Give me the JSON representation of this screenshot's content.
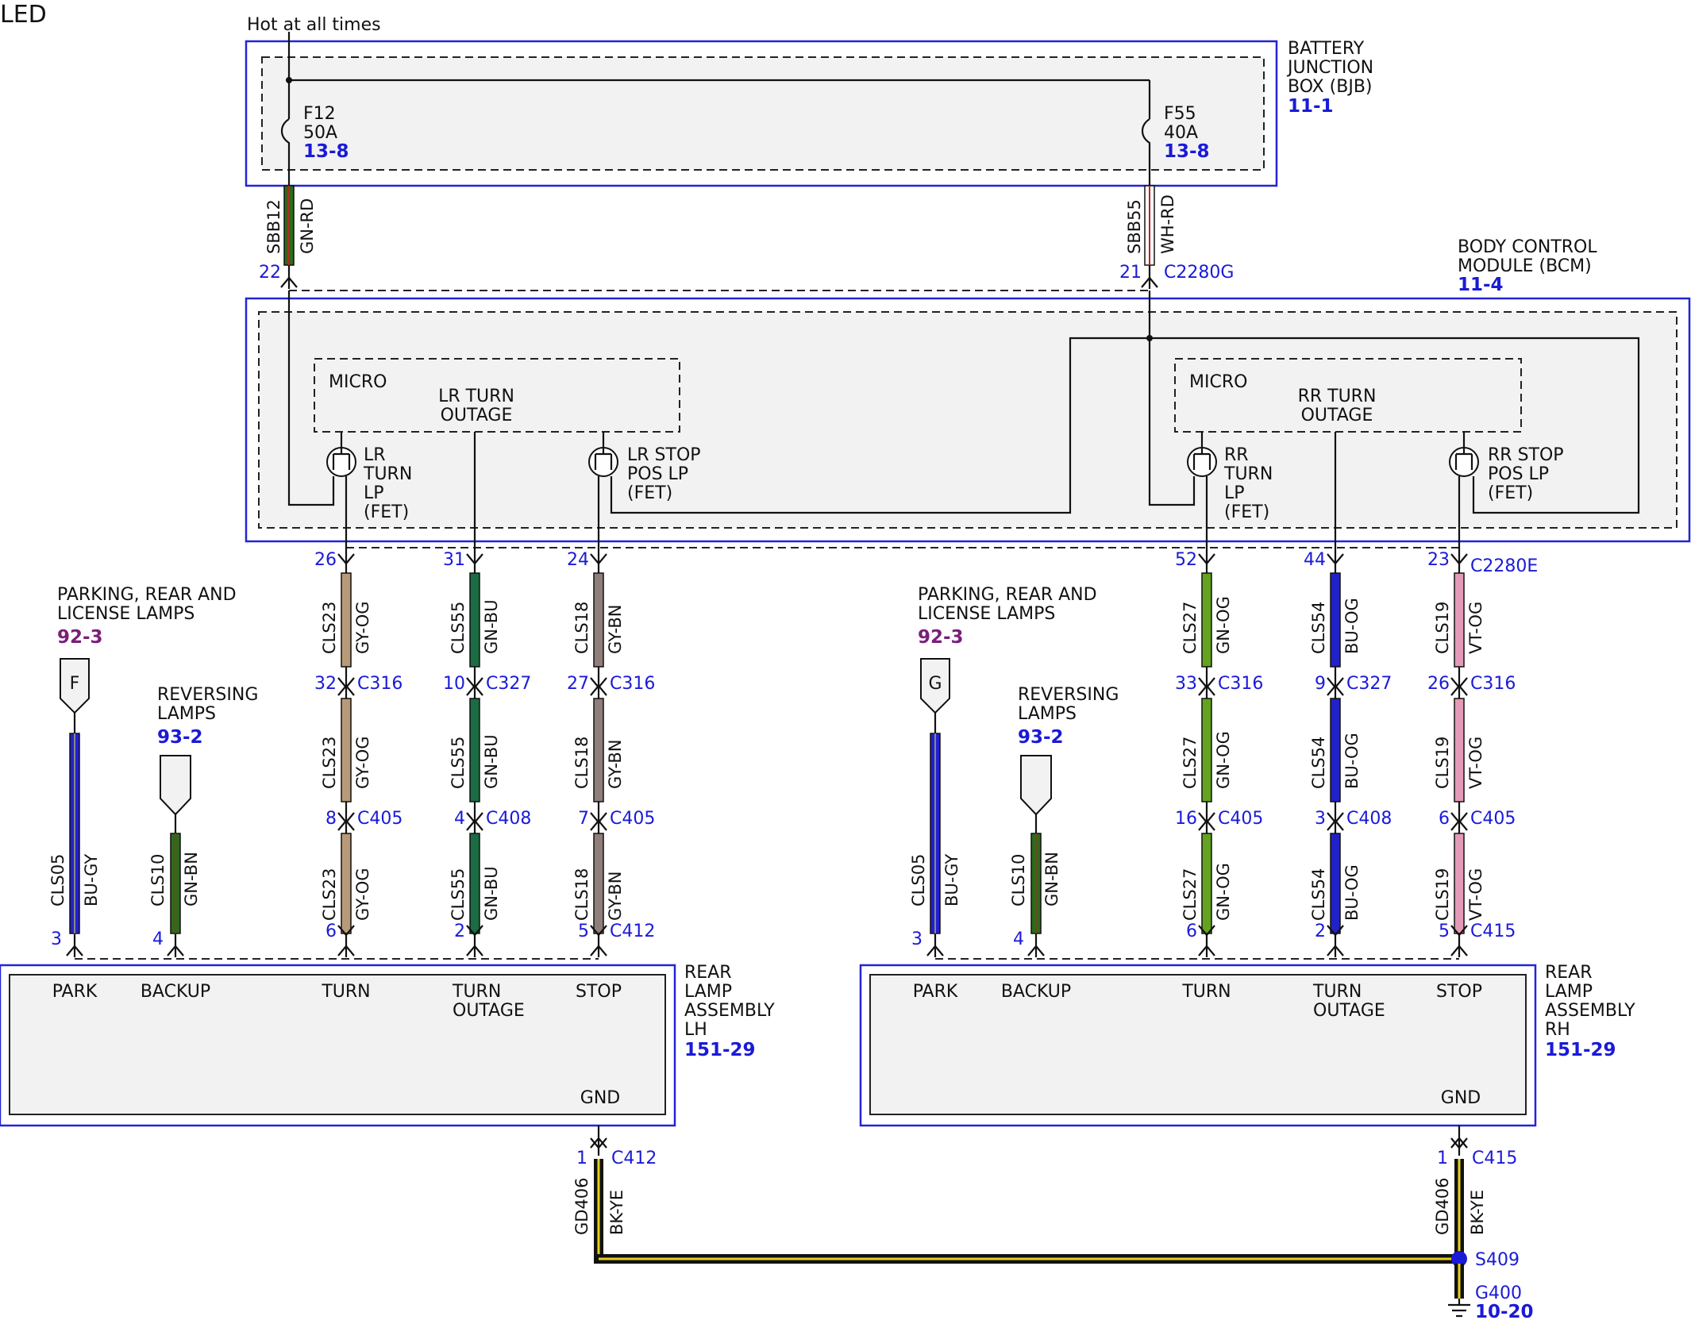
{
  "title": "LED",
  "hot_label": "Hot at all times",
  "bjb": {
    "name_lines": [
      "BATTERY",
      "JUNCTION",
      "BOX (BJB)"
    ],
    "ref": "11-1"
  },
  "bcm": {
    "name_lines": [
      "BODY CONTROL",
      "MODULE (BCM)"
    ],
    "ref": "11-4"
  },
  "fuses": [
    {
      "id": "F12",
      "rating": "50A",
      "ref": "13-8"
    },
    {
      "id": "F55",
      "rating": "40A",
      "ref": "13-8"
    }
  ],
  "feed_wires": [
    {
      "circuit": "SBB12",
      "color": "GN-RD",
      "pin": "22",
      "connector": "",
      "stripe": [
        "#2e6a1c",
        "#c32121"
      ]
    },
    {
      "circuit": "SBB55",
      "color": "WH-RD",
      "pin": "21",
      "connector": "C2280G",
      "stripe": [
        "#ffffff",
        "#c32121"
      ]
    }
  ],
  "micro_blocks": [
    {
      "micro": "MICRO",
      "lines": [
        "LR TURN",
        "OUTAGE"
      ]
    },
    {
      "micro": "MICRO",
      "lines": [
        "RR TURN",
        "OUTAGE"
      ]
    }
  ],
  "fets": [
    {
      "lines": [
        "LR",
        "TURN",
        "LP",
        "(FET)"
      ]
    },
    {
      "lines": [
        "LR STOP",
        "POS LP",
        "(FET)"
      ]
    },
    {
      "lines": [
        "RR",
        "TURN",
        "LP",
        "(FET)"
      ]
    },
    {
      "lines": [
        "RR STOP",
        "POS LP",
        "(FET)"
      ]
    }
  ],
  "bcm_connector": "C2280E",
  "wire_columns": [
    {
      "circuit": "CLS23",
      "color": "GY-OG",
      "fill": "#b89a78",
      "pins": [
        "26",
        "32",
        "8",
        "6"
      ],
      "connectors": [
        "",
        "C316",
        "C405",
        ""
      ]
    },
    {
      "circuit": "CLS55",
      "color": "GN-BU",
      "fill": "#1c6b43",
      "pins": [
        "31",
        "10",
        "4",
        "2"
      ],
      "connectors": [
        "",
        "C327",
        "C408",
        ""
      ]
    },
    {
      "circuit": "CLS18",
      "color": "GY-BN",
      "fill": "#8f7e7a",
      "pins": [
        "24",
        "27",
        "7",
        "5"
      ],
      "connectors": [
        "",
        "C316",
        "C405",
        "C412"
      ]
    },
    {
      "circuit": "CLS27",
      "color": "GN-OG",
      "fill": "#63a31f",
      "pins": [
        "52",
        "33",
        "16",
        "6"
      ],
      "connectors": [
        "",
        "C316",
        "C405",
        ""
      ]
    },
    {
      "circuit": "CLS54",
      "color": "BU-OG",
      "fill": "#2121c8",
      "pins": [
        "44",
        "9",
        "3",
        "2"
      ],
      "connectors": [
        "",
        "C327",
        "C408",
        ""
      ]
    },
    {
      "circuit": "CLS19",
      "color": "VT-OG",
      "fill": "#e39ab8",
      "pins": [
        "23",
        "26",
        "6",
        "5"
      ],
      "connectors": [
        "",
        "C316",
        "C405",
        "C415"
      ]
    }
  ],
  "left_side": {
    "parking": {
      "lines": [
        "PARKING, REAR AND",
        "LICENSE LAMPS"
      ],
      "ref": "92-3",
      "tag": "F"
    },
    "reversing": {
      "lines": [
        "REVERSING",
        "LAMPS"
      ],
      "ref": "93-2"
    },
    "park_wire": {
      "circuit": "CLS05",
      "color": "BU-GY",
      "pin": "3",
      "fill": "#2222cc"
    },
    "backup_wire": {
      "circuit": "CLS10",
      "color": "GN-BN",
      "pin": "4",
      "fill": "#2e6a1c"
    }
  },
  "right_side": {
    "parking": {
      "lines": [
        "PARKING, REAR AND",
        "LICENSE LAMPS"
      ],
      "ref": "92-3",
      "tag": "G"
    },
    "reversing": {
      "lines": [
        "REVERSING",
        "LAMPS"
      ],
      "ref": "93-2"
    },
    "park_wire": {
      "circuit": "CLS05",
      "color": "BU-GY",
      "pin": "3",
      "fill": "#2222cc"
    },
    "backup_wire": {
      "circuit": "CLS10",
      "color": "GN-BN",
      "pin": "4",
      "fill": "#2e6a1c"
    }
  },
  "lamp_lh": {
    "name_lines": [
      "REAR",
      "LAMP",
      "ASSEMBLY",
      "LH"
    ],
    "ref": "151-29",
    "terminals": [
      "PARK",
      "BACKUP",
      "TURN",
      "TURN",
      "STOP"
    ],
    "turn_outage_second": "OUTAGE",
    "gnd": "GND"
  },
  "lamp_rh": {
    "name_lines": [
      "REAR",
      "LAMP",
      "ASSEMBLY",
      "RH"
    ],
    "ref": "151-29",
    "terminals": [
      "PARK",
      "BACKUP",
      "TURN",
      "TURN",
      "STOP"
    ],
    "turn_outage_second": "OUTAGE",
    "gnd": "GND"
  },
  "ground_wires": [
    {
      "circuit": "GD406",
      "color": "BK-YE",
      "pin": "1",
      "connector": "C412"
    },
    {
      "circuit": "GD406",
      "color": "BK-YE",
      "pin": "1",
      "connector": "C415"
    }
  ],
  "splice": "S409",
  "ground": {
    "id": "G400",
    "ref": "10-20"
  },
  "colors": {
    "link": "#1a1ad8",
    "page_ref": "#7a1f7a",
    "ground_wire_fill": "#e8d21a"
  }
}
